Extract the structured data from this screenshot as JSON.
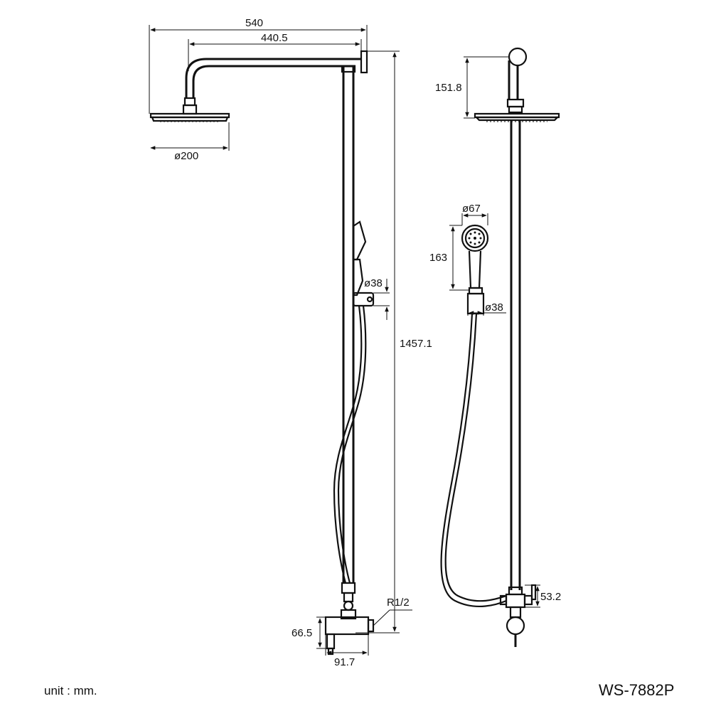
{
  "dimensions": {
    "overall_width": "540",
    "arm_length": "440.5",
    "head_diameter": "ø200",
    "total_height": "1457.1",
    "holder_diameter_front": "ø38",
    "inlet_thread": "R1/2",
    "valve_height": "66.5",
    "valve_width": "91.7",
    "arm_drop": "151.8",
    "hand_shower_diameter": "ø67",
    "hand_shower_length": "163",
    "holder_diameter_side": "ø38",
    "diverter_height": "53.2"
  },
  "footer": {
    "unit_note": "unit : mm.",
    "model_number": "WS-7882P"
  }
}
